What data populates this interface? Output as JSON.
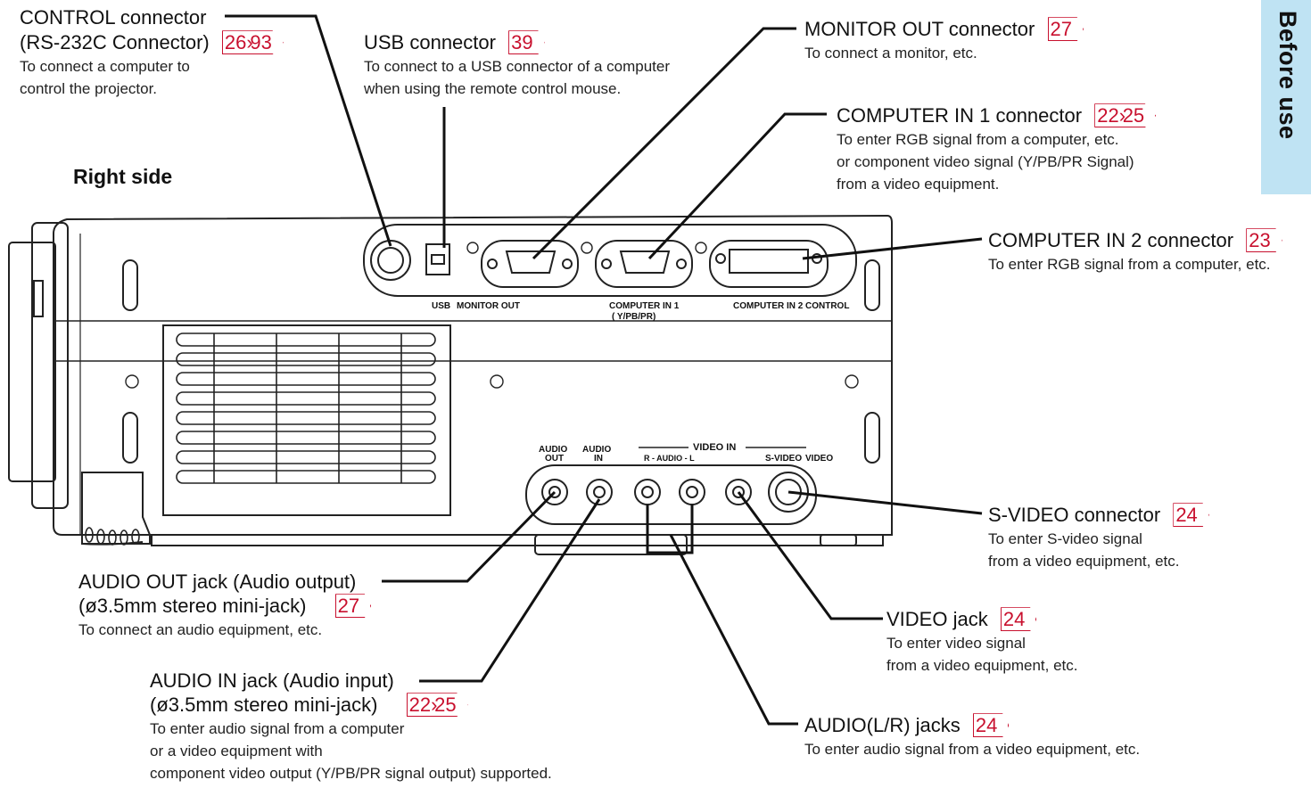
{
  "side_tab": "Before use",
  "section_heading": "Right side",
  "callouts": {
    "control": {
      "title": "CONTROL connector",
      "subtitle": "(RS-232C Connector)",
      "refs": [
        "26",
        "93"
      ],
      "desc": [
        "To connect a computer to",
        "control the projector."
      ]
    },
    "usb": {
      "title": "USB connector",
      "refs": [
        "39"
      ],
      "desc": [
        "To connect to a USB connector of a computer",
        "when using the remote control mouse."
      ]
    },
    "monitor_out": {
      "title": "MONITOR OUT connector",
      "refs": [
        "27"
      ],
      "desc": [
        "To connect a monitor, etc."
      ]
    },
    "computer_in1": {
      "title": "COMPUTER IN 1 connector",
      "refs": [
        "22",
        "25"
      ],
      "desc": [
        "To enter RGB signal from a computer, etc.",
        "or component video signal (Y/PB/PR Signal)",
        "from a video equipment."
      ]
    },
    "computer_in2": {
      "title": "COMPUTER IN 2 connector",
      "refs": [
        "23"
      ],
      "desc": [
        "To enter RGB signal from a computer, etc."
      ]
    },
    "s_video": {
      "title": "S-VIDEO connector",
      "refs": [
        "24"
      ],
      "desc": [
        "To enter S-video signal",
        "from a video equipment, etc."
      ]
    },
    "video": {
      "title": "VIDEO jack",
      "refs": [
        "24"
      ],
      "desc": [
        "To enter video signal",
        "from a video equipment, etc."
      ]
    },
    "audio_lr": {
      "title": "AUDIO(L/R) jacks",
      "refs": [
        "24"
      ],
      "desc": [
        "To enter audio signal from a video equipment, etc."
      ]
    },
    "audio_out": {
      "title": "AUDIO OUT jack (Audio output)",
      "subtitle": "(ø3.5mm stereo mini-jack)",
      "refs": [
        "27"
      ],
      "desc": [
        "To connect an audio equipment, etc."
      ]
    },
    "audio_in": {
      "title": "AUDIO IN jack (Audio input)",
      "subtitle": "(ø3.5mm stereo mini-jack)",
      "refs": [
        "22",
        "25"
      ],
      "desc": [
        "To enter audio signal from a computer",
        "or a video equipment with",
        "component video output (Y/PB/PR signal output) supported."
      ]
    }
  },
  "panel_labels": {
    "usb": "USB",
    "monitor_out": "MONITOR OUT",
    "computer_in1": "COMPUTER IN 1",
    "computer_in1_sub": "( Y/PB/PR)",
    "computer_in2": "COMPUTER IN 2",
    "control": "CONTROL",
    "audio_out_1": "AUDIO",
    "audio_out_2": "OUT",
    "audio_in_1": "AUDIO",
    "audio_in_2": "IN",
    "video_in": "VIDEO IN",
    "r_audio_l": "R - AUDIO - L",
    "s_video": "S-VIDEO",
    "video": "VIDEO"
  },
  "colors": {
    "ref_red": "#c8102e",
    "tab_blue": "#bfe3f3",
    "line": "#111111"
  }
}
